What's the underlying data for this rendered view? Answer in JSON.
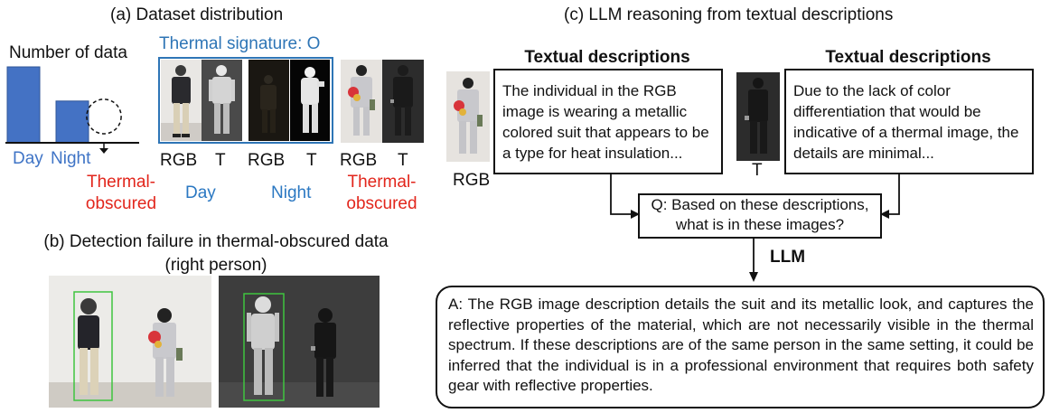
{
  "panel_a": {
    "title": "(a) Dataset distribution",
    "number_of_data": "Number of data",
    "bar_day_label": "Day",
    "bar_night_label": "Night",
    "bar_thermal_label_1": "Thermal-",
    "bar_thermal_label_2": "obscured",
    "chart_data": {
      "type": "bar",
      "categories": [
        "Day",
        "Night",
        "Thermal-obscured"
      ],
      "values": [
        1.0,
        0.55,
        0.55
      ],
      "ylabel": "Number of data"
    },
    "signature_label": "Thermal signature: O",
    "rgb": "RGB",
    "t": "T",
    "day": "Day",
    "night": "Night",
    "thermal_1": "Thermal-",
    "thermal_2": "obscured"
  },
  "panel_b": {
    "title_line1": "(b) Detection failure in thermal-obscured data",
    "title_line2": "(right person)"
  },
  "panel_c": {
    "title": "(c) LLM reasoning from textual descriptions",
    "heading_left": "Textual descriptions",
    "heading_right": "Textual descriptions",
    "rgb_text": "The individual in the RGB image is wearing a metallic colored suit that appears to be a type for heat insulation...",
    "t_text": "Due to the lack of color differentiation that would be indicative of a thermal image, the details are minimal...",
    "rgb_label": "RGB",
    "t_label": "T",
    "question_line1": "Q: Based on these descriptions,",
    "question_line2": "what is in these images?",
    "llm": "LLM",
    "answer": "A: The RGB image description details the suit and its metallic look, and captures the reflective properties of the material, which are not necessarily visible in the thermal spectrum. If these descriptions are of the same person in the same setting, it could be inferred that the individual is in a professional environment that requires both safety gear with reflective properties."
  },
  "colors": {
    "bar_blue": "#4472c4",
    "bar_blue_dark": "#2f5597",
    "signature_blue": "#2e75b6",
    "text_blue": "#3f74c6",
    "red": "#e2261c",
    "detect_green": "#3fc43f"
  }
}
